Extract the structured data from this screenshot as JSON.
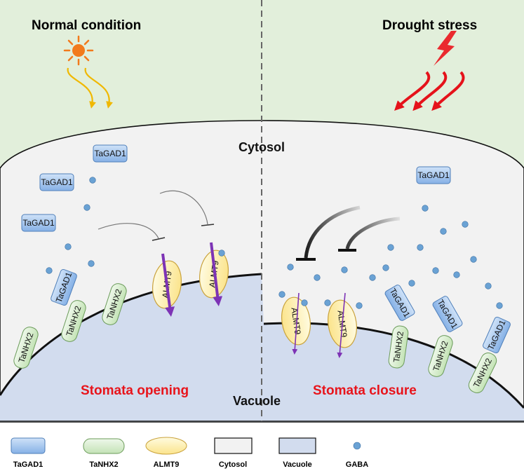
{
  "headings": {
    "left": "Normal condition",
    "right": "Drought stress"
  },
  "regions": {
    "cytosol": "Cytosol",
    "vacuole": "Vacuole"
  },
  "outcomes": {
    "left": "Stomata opening",
    "right": "Stomata closure"
  },
  "proteins": {
    "gad": "TaGAD1",
    "nhx": "TaNHX2",
    "almt": "ALMT9"
  },
  "legend": [
    {
      "label": "TaGAD1",
      "swatch": "gad"
    },
    {
      "label": "TaNHX2",
      "swatch": "nhx"
    },
    {
      "label": "ALMT9",
      "swatch": "almt"
    },
    {
      "label": "Cytosol",
      "swatch": "cytosol"
    },
    {
      "label": "Vacuole",
      "swatch": "vacuole"
    },
    {
      "label": "GABA",
      "swatch": "gaba"
    }
  ],
  "colors": {
    "background_top": "#e2efdb",
    "cytosol": "#f2f2f2",
    "vacuole": "#d2dcee",
    "gad_fill": "#a9c9ef",
    "nhx_fill": "#dcefd3",
    "almt_fill": "#fff2b2",
    "gaba": "#6aa2d4",
    "transport_arrow": "#7d33b5",
    "stress_arrow": "#e5121a",
    "light_arrow": "#f0b800",
    "sun": "#f27a1c",
    "outcome_text": "#e8141b"
  }
}
